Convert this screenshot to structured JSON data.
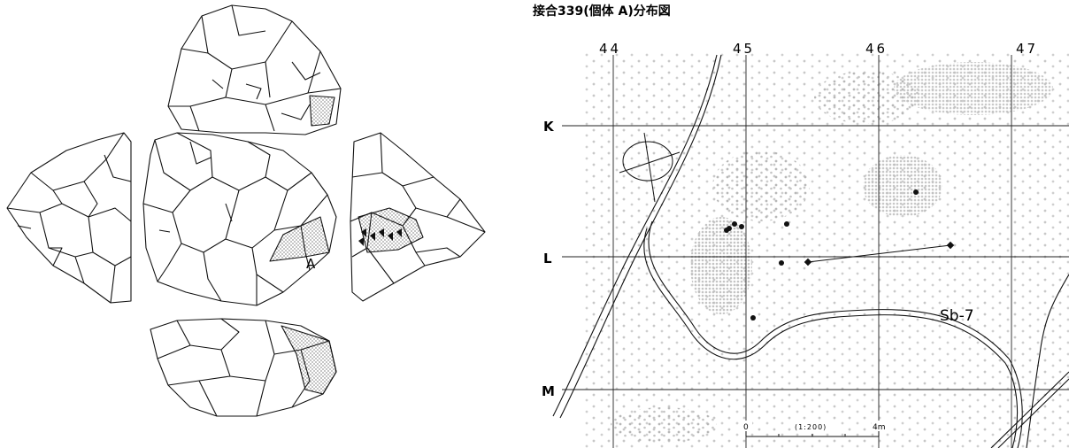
{
  "artifact": {
    "piece_label": "A"
  },
  "map": {
    "title": "接合339(個体 A)分布図",
    "grid_columns": [
      "44",
      "45",
      "46",
      "47"
    ],
    "grid_rows": [
      "K",
      "L",
      "M"
    ],
    "area_label": "Sb-7",
    "scale": {
      "start": "0",
      "ratio": "(1:200)",
      "end": "4m"
    }
  }
}
